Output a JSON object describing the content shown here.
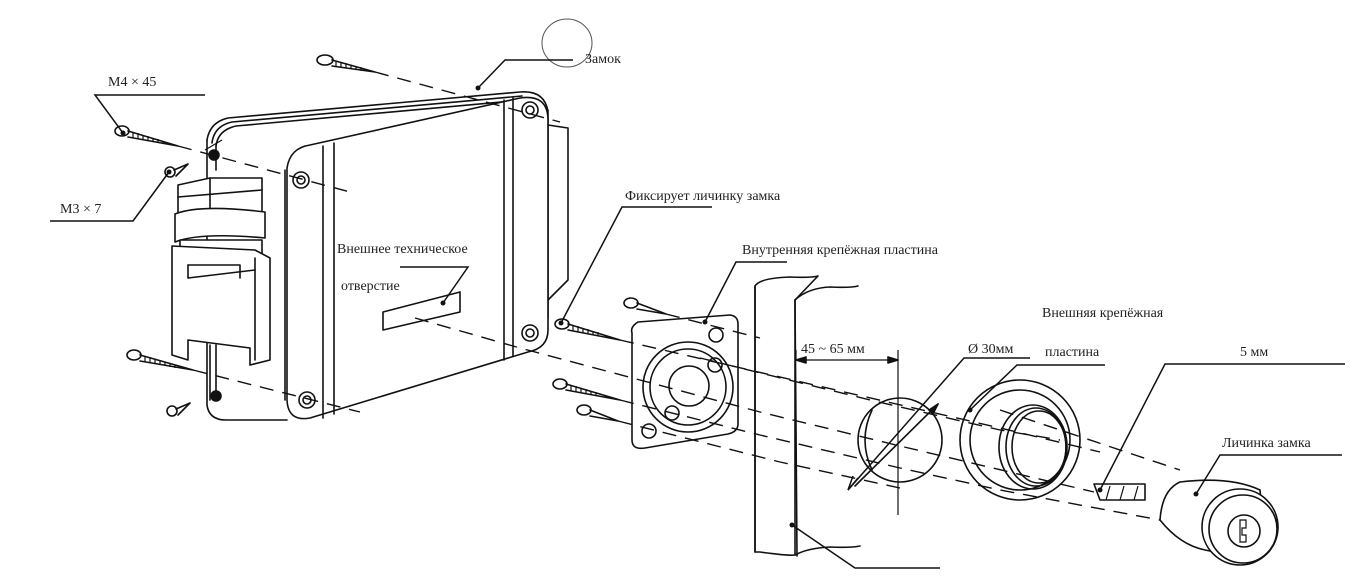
{
  "diagram": {
    "title": "Lock installation exploded view",
    "labels": {
      "screw_m4": "M4 × 45",
      "screw_m3": "M3 × 7",
      "lock": "Замок",
      "tech_hole_line1": "Внешнее техническое",
      "tech_hole_line2": "отверстие",
      "fixes_cylinder": "Фиксирует личинку замка",
      "inner_plate": "Внутренняя крепёжная пластина",
      "distance": "45 ~ 65 мм",
      "diameter": "Ø 30мм",
      "outer_plate_line1": "Внешняя крепёжная",
      "outer_plate_line2": "пластина",
      "bar_length": "5 мм",
      "cylinder": "Личинка замка"
    },
    "colors": {
      "line": "#111111",
      "text": "#222222",
      "background": "#ffffff",
      "highlight_circle": "#555555"
    }
  }
}
